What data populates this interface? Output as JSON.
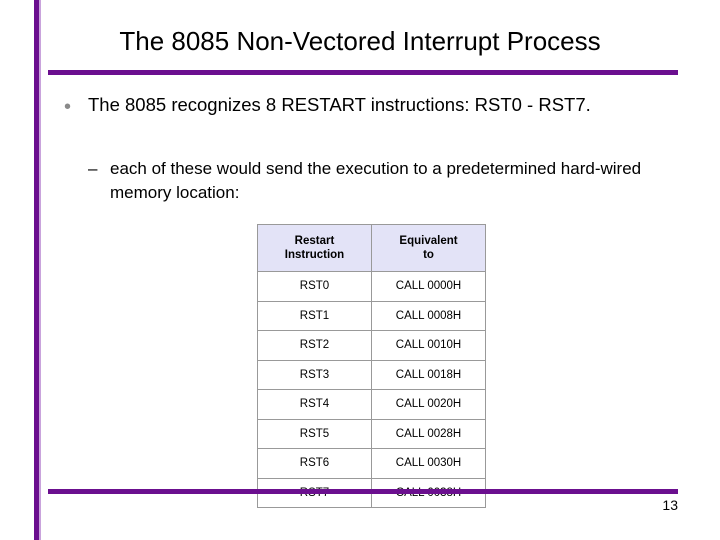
{
  "slide": {
    "title": "The 8085 Non-Vectored Interrupt Process",
    "bullet_glyph": "•",
    "bullet1": "The 8085 recognizes 8 RESTART instructions: RST0 - RST7.",
    "sub_glyph": "–",
    "bullet2": "each of these would send the execution to a predetermined hard-wired memory location:",
    "page_number": "13",
    "accent_color": "#6b0f8f",
    "header_fill": "#e3e3f7"
  },
  "table": {
    "headers": [
      "Restart Instruction",
      "Equivalent to"
    ],
    "header_line1": [
      "Restart",
      "Equivalent"
    ],
    "header_line2": [
      "Instruction",
      "to"
    ],
    "rows": [
      [
        "RST0",
        "CALL 0000H"
      ],
      [
        "RST1",
        "CALL 0008H"
      ],
      [
        "RST2",
        "CALL 0010H"
      ],
      [
        "RST3",
        "CALL 0018H"
      ],
      [
        "RST4",
        "CALL 0020H"
      ],
      [
        "RST5",
        "CALL 0028H"
      ],
      [
        "RST6",
        "CALL 0030H"
      ],
      [
        "RST7",
        "CALL 0038H"
      ]
    ]
  }
}
